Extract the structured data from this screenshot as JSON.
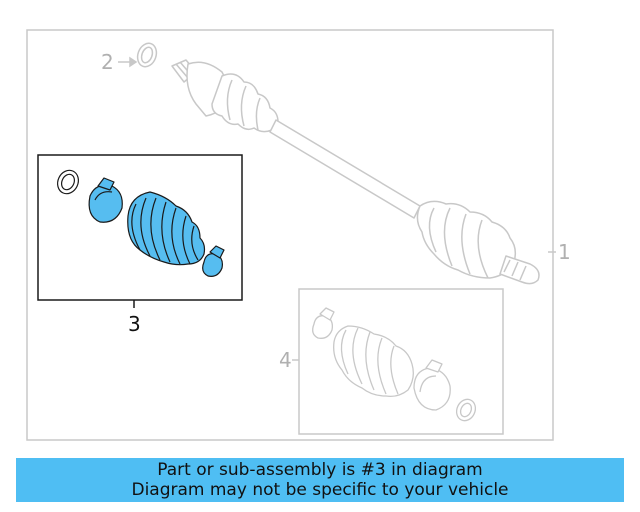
{
  "diagram": {
    "callouts": {
      "one": "1",
      "two": "2",
      "three": "3",
      "four": "4"
    },
    "colors": {
      "highlight_fill": "#56bdf0",
      "highlight_stroke": "#1a1a1a",
      "ghost_stroke": "#c8c8c8",
      "ghost_text": "#b0b0b0"
    }
  },
  "banner": {
    "line1": "Part or sub-assembly is #3 in diagram",
    "line2": "Diagram may not be specific to your vehicle",
    "color": "#4fbef3"
  }
}
